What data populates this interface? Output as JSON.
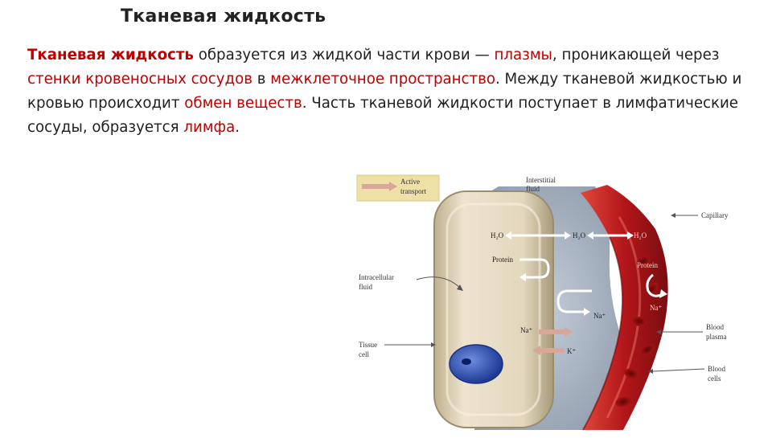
{
  "title": "Тканевая жидкость",
  "paragraph": {
    "t1": "Тканевая жидкость",
    "t2": " образуется из жидкой части крови — ",
    "t3": "плазмы",
    "t4": ", проникающей через ",
    "t5": "стенки кровеносных сосудов",
    "t6": " в ",
    "t7": "межклеточное пространство",
    "t8": ". Между тканевой жидкостью и кровью происходит ",
    "t9": "обмен веществ",
    "t10": ". Часть тканевой жидкости поступает в лимфатические сосуды, образуется ",
    "t11": "лимфа",
    "t12": "."
  },
  "figure": {
    "legend_line1": "Active",
    "legend_line2": "transport",
    "interstitial_line1": "Interstitial",
    "interstitial_line2": "fluid",
    "capillary": "Capillary",
    "intracellular_line1": "Intracellular",
    "intracellular_line2": "fluid",
    "tissue_line1": "Tissue",
    "tissue_line2": "cell",
    "plasma_line1": "Blood",
    "plasma_line2": "plasma",
    "cells_line1": "Blood",
    "cells_line2": "cells",
    "h2o_cell": "H₂O",
    "h2o_interstitial": "H₂O",
    "h2o_capillary": "H₂O",
    "protein_cell": "Protein",
    "protein_capillary": "Protein",
    "na_cell": "Na⁺",
    "k_cell": "K⁺",
    "na_interstitial": "Na⁺",
    "na_capillary": "Na⁺"
  },
  "colors": {
    "accent_red": "#c00000",
    "capillary_red": "#b3161a",
    "interstitial_grey": "#a9b4c3",
    "cell_beige": "#ddd1b6",
    "nucleus_blue": "#2a4fb5",
    "legend_bg": "#efe0a6"
  }
}
